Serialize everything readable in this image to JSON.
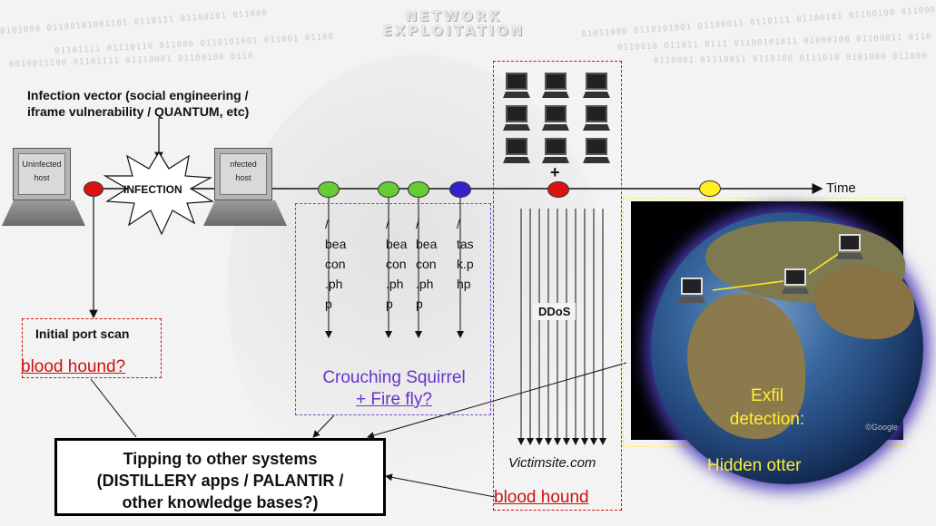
{
  "header": {
    "title_line1": "NETWORK",
    "title_line2": "EXPLOITATION",
    "binary_rows": [
      "0101000 01100101001101 0110111 01100101 011000",
      "01101111 01110110 011000 0110101001 011001 01100",
      "0010011100 01101111 01110001 01100100 0110",
      "01011000 0110101001 01100011 0110111 01100101 01100100 011000",
      "0110010 011011 0111 01100101011 01000100 01100011 0110",
      "0110001 01110011 0110100 0111010 0101000 011000"
    ]
  },
  "annotations": {
    "infection_vector_line1": "Infection vector (social engineering /",
    "infection_vector_line2": "iframe vulnerability / QUANTUM, etc)",
    "infection_label": "INFECTION",
    "time_label": "Time",
    "ddos_label": "DDoS",
    "plus_label": "+",
    "victimsite_label": "Victimsite.com"
  },
  "hosts": {
    "uninfected_line1": "Uninfected",
    "uninfected_line2": "host",
    "infected_line1": "nfected",
    "infected_line2": "host"
  },
  "beacons": [
    {
      "chars": [
        "/",
        "bea",
        "con",
        ".ph",
        "p"
      ],
      "color": "#66cc33"
    },
    {
      "chars": [
        "/",
        "bea",
        "con",
        ".ph",
        "p"
      ],
      "color": "#66cc33"
    },
    {
      "chars": [
        "/",
        "bea",
        "con",
        ".ph",
        "p"
      ],
      "color": "#66cc33"
    },
    {
      "chars": [
        "/",
        "tas",
        "k.p",
        "hp"
      ],
      "color": "#3322cc"
    }
  ],
  "boxes": {
    "port_scan_label": "Initial port scan",
    "port_scan_sublabel": "blood hound?",
    "squirrel_line1": "Crouching Squirrel",
    "squirrel_line2": "+ Fire fly?",
    "ddos_sublabel": "blood hound",
    "tipping_line1": "Tipping to other systems",
    "tipping_line2": "(DISTILLERY apps / PALANTIR /",
    "tipping_line3": "other knowledge bases?)",
    "exfil_line1": "Exfil",
    "exfil_line2": "detection:",
    "exfil_line3": "Hidden otter"
  },
  "earth_watermark": "©Google",
  "colors": {
    "red_node": "#dd1111",
    "green_node": "#66cc33",
    "blue_node": "#3322cc",
    "yellow_node": "#ffee22",
    "red_text": "#cc1111",
    "purple_text": "#6633cc",
    "yellow_text": "#ffee33"
  }
}
